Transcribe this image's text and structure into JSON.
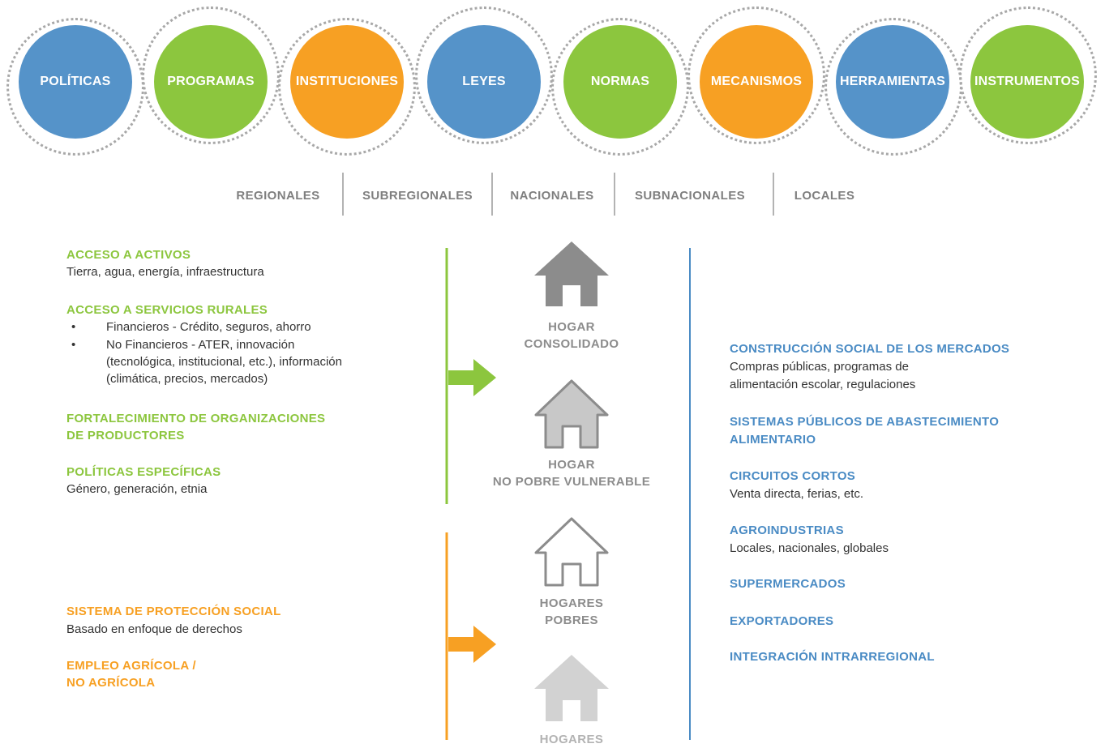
{
  "circles": [
    {
      "label": "POLÍTICAS",
      "color": "#5593c9"
    },
    {
      "label": "PROGRAMAS",
      "color": "#8cc63e"
    },
    {
      "label": "INSTITUCIONES",
      "color": "#f7a023"
    },
    {
      "label": "LEYES",
      "color": "#5593c9"
    },
    {
      "label": "NORMAS",
      "color": "#8cc63e"
    },
    {
      "label": "MECANISMOS",
      "color": "#f7a023"
    },
    {
      "label": "HERRAMIENTAS",
      "color": "#5593c9"
    },
    {
      "label": "INSTRUMENTOS",
      "color": "#8cc63e"
    }
  ],
  "levels": [
    "REGIONALES",
    "SUBREGIONALES",
    "NACIONALES",
    "SUBNACIONALES",
    "LOCALES"
  ],
  "left_green": {
    "activos_title": "ACCESO A ACTIVOS",
    "activos_text": "Tierra, agua, energía, infraestructura",
    "servicios_title": "ACCESO A SERVICIOS RURALES",
    "bullet_1": "Financieros - Crédito, seguros, ahorro",
    "bullet_2_l1": "No Financieros - ATER, innovación",
    "bullet_2_l2": "(tecnológica, institucional, etc.), información",
    "bullet_2_l3": "(climática, precios, mercados)",
    "fort_l1": "FORTALECIMIENTO DE ORGANIZACIONES",
    "fort_l2": "DE PRODUCTORES",
    "especificas_title": "POLÍTICAS ESPECÍFICAS",
    "especificas_text": "Género, generación, etnia"
  },
  "left_orange": {
    "proteccion_title": "SISTEMA DE PROTECCIÓN SOCIAL",
    "proteccion_text": "Basado en enfoque de derechos",
    "empleo_l1": "EMPLEO AGRÍCOLA /",
    "empleo_l2": "NO AGRÍCOLA"
  },
  "houses": [
    {
      "l1": "HOGAR",
      "l2": "CONSOLIDADO"
    },
    {
      "l1": "HOGAR",
      "l2": "NO POBRE VULNERABLE"
    },
    {
      "l1": "HOGARES",
      "l2": "POBRES"
    },
    {
      "l1": "HOGARES",
      "l2": ""
    }
  ],
  "right_blue": {
    "mercados_title": "CONSTRUCCIÓN SOCIAL DE LOS MERCADOS",
    "mercados_l1": "Compras públicas, programas de",
    "mercados_l2": "alimentación escolar, regulaciones",
    "sistemas_l1": "SISTEMAS PÚBLICOS DE ABASTECIMIENTO",
    "sistemas_l2": "ALIMENTARIO",
    "circuitos_title": "CIRCUITOS CORTOS",
    "circuitos_text": "Venta directa, ferias, etc.",
    "agro_title": "AGROINDUSTRIAS",
    "agro_text": "Locales, nacionales, globales",
    "super_title": "SUPERMERCADOS",
    "export_title": "EXPORTADORES",
    "integracion_title": "INTEGRACIÓN INTRARREGIONAL"
  },
  "colors": {
    "blue": "#5593c9",
    "green": "#8cc63e",
    "orange": "#f7a023",
    "house_dark": "#8c8c8c",
    "house_light": "#c8c8c8"
  }
}
